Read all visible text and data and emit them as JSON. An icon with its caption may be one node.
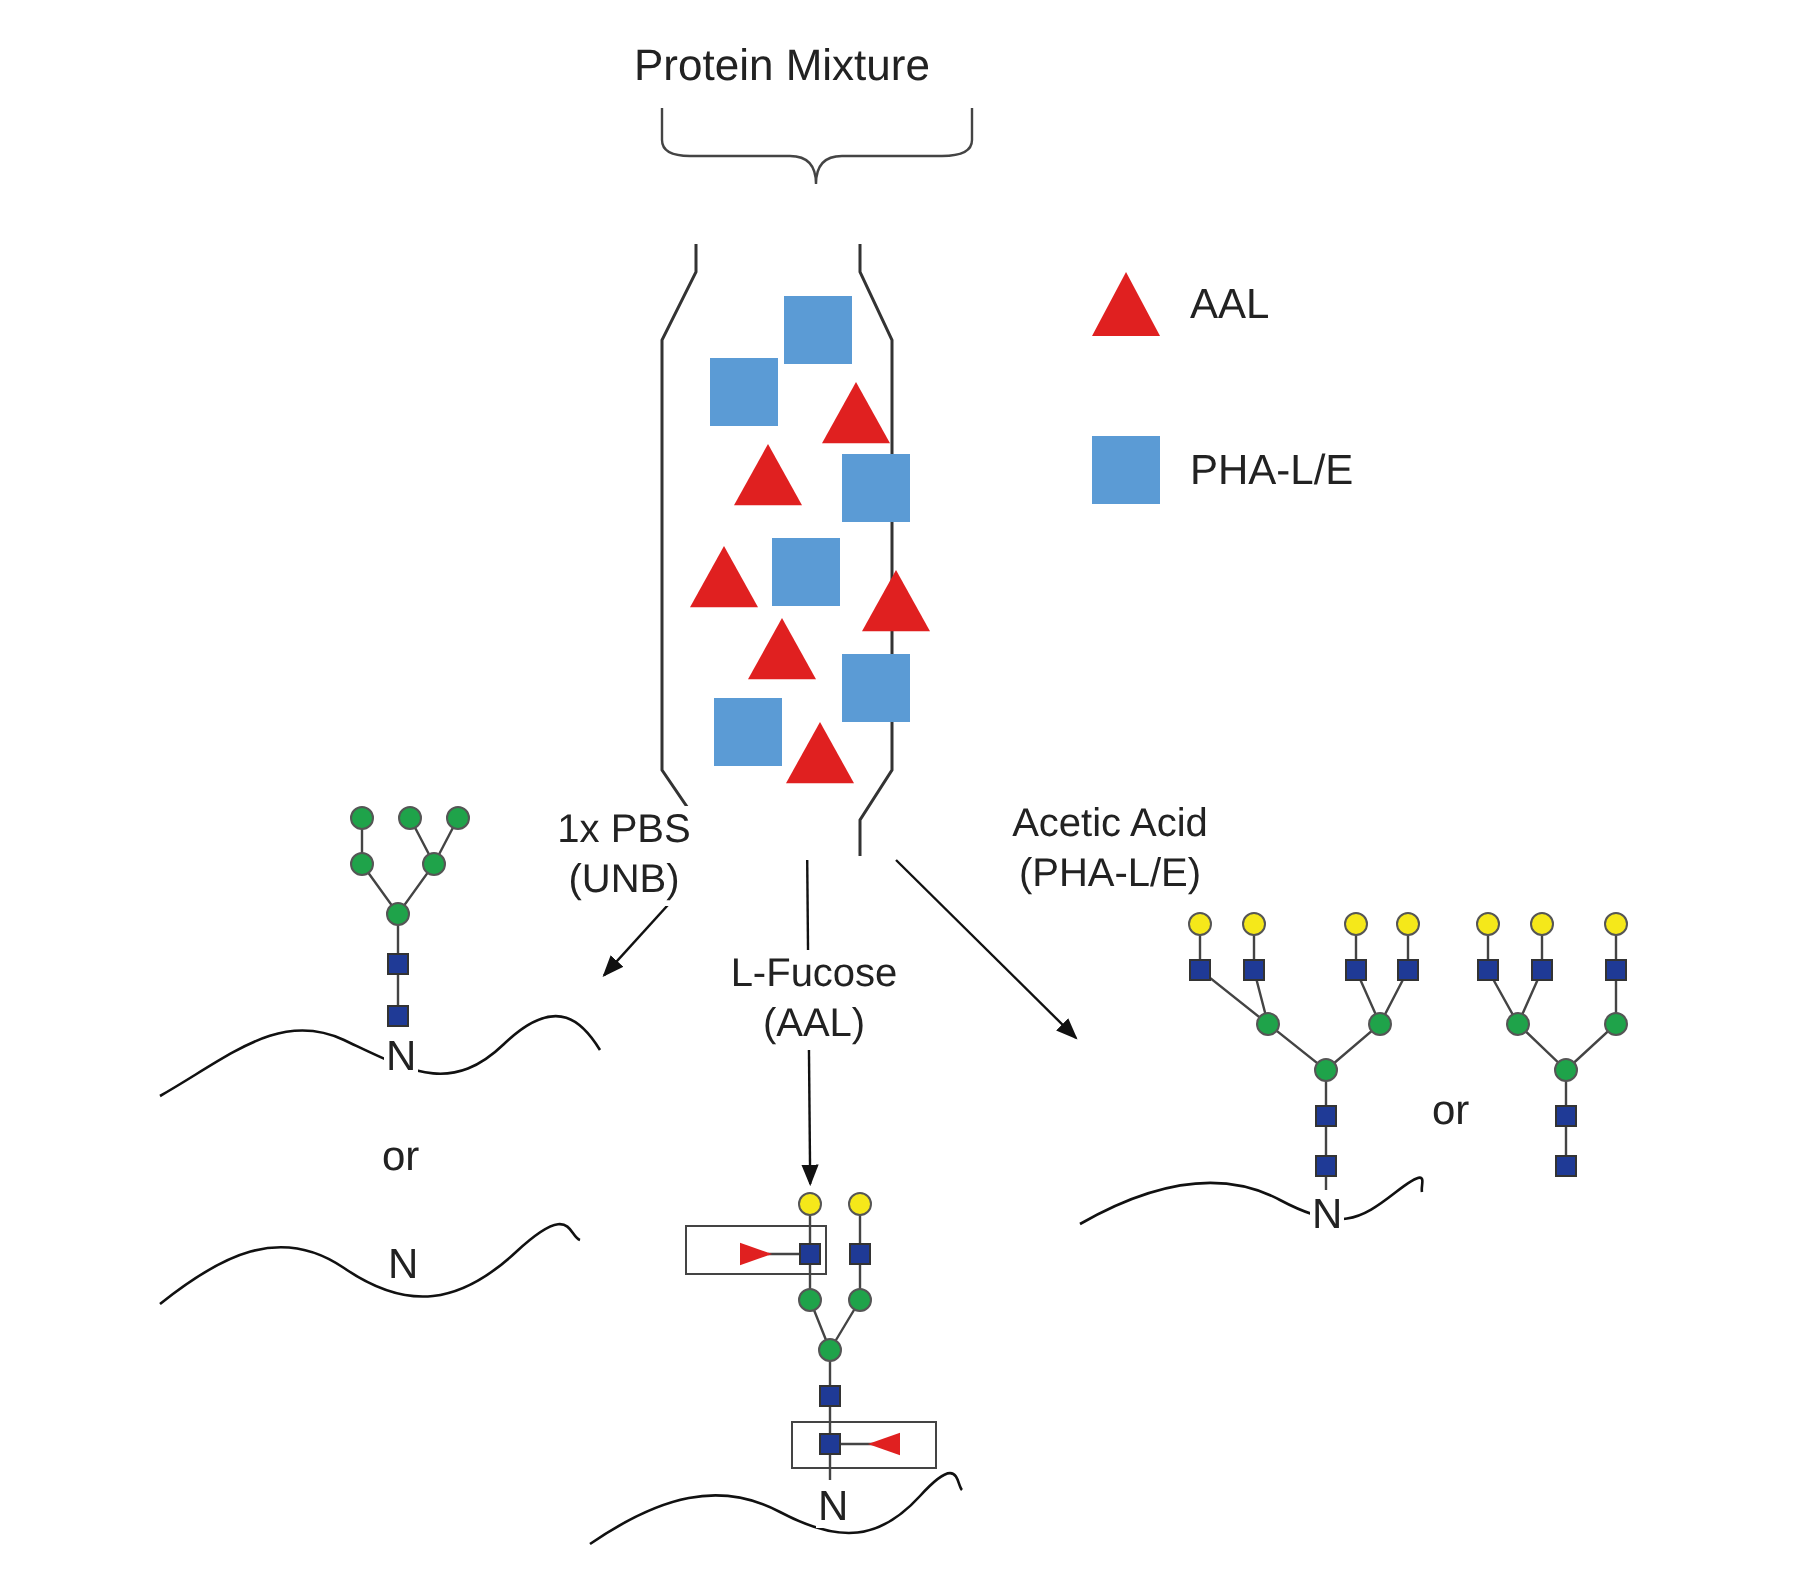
{
  "diagram": {
    "nodes": [
      {
        "text": [],
        "shape": "picture"
      },
      {
        "text": [],
        "shape": "picture"
      },
      {
        "text": [],
        "shape": "picture"
      },
      {
        "text": [],
        "shape": "picture"
      },
      {
        "text": [],
        "shape": "picture"
      },
      {
        "text": [],
        "shape": "picture"
      }
    ],
    "edges": [
      {
        "from": 0,
        "to": 1,
        "arrow": "to",
        "label": "1x PBS (UNB)"
      },
      {
        "from": 0,
        "to": 3,
        "arrow": "to",
        "label": "L-Fucose (AAL)"
      },
      {
        "from": 0,
        "to": 4,
        "arrow": "to",
        "label": "Acetic Acid (PHA-L/E)"
      }
    ],
    "labels": [
      "Protein Mixture",
      "N",
      "or",
      "N",
      "N",
      "or",
      "N"
    ],
    "legend": [
      {
        "text": "AAL"
      },
      {
        "text": "PHA-L/E"
      }
    ]
  }
}
